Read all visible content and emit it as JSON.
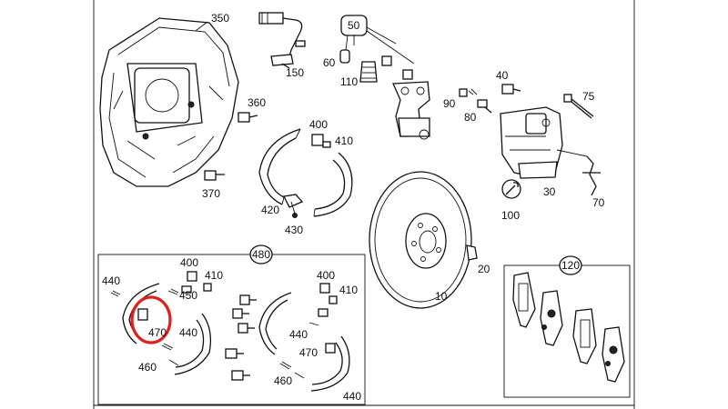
{
  "diagram": {
    "callouts": {
      "c350": "350",
      "c150": "150",
      "c50": "50",
      "c60": "60",
      "c110": "110",
      "c40": "40",
      "c75": "75",
      "c90": "90",
      "c80": "80",
      "c360": "360",
      "c400a": "400",
      "c410a": "410",
      "c370": "370",
      "c420": "420",
      "c430": "430",
      "c100": "100",
      "c30": "30",
      "c70": "70",
      "c480": "480",
      "c20": "20",
      "c10": "10",
      "c120": "120",
      "c440a": "440",
      "c400b": "400",
      "c410b": "410",
      "c450": "450",
      "c470a": "470",
      "c440b": "440",
      "c460a": "460",
      "c400c": "400",
      "c410c": "410",
      "c440c": "440",
      "c470b": "470",
      "c460b": "460",
      "c440d": "440"
    },
    "highlight_color": "#e0201c"
  }
}
